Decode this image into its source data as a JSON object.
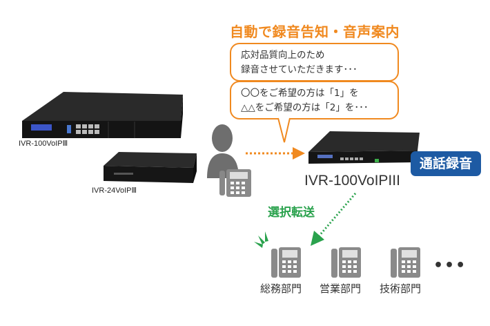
{
  "title": "自動で録音告知・音声案内",
  "bubble1": {
    "line1": "応対品質向上のため",
    "line2": "録音させていただきます･･･"
  },
  "bubble2": {
    "line1": "〇〇をご希望の方は「1」を",
    "line2": "△△をご希望の方は「2」を･･･"
  },
  "products": {
    "large_label": "IVR-100VoIPⅢ",
    "small_label": "IVR-24VoIPⅢ"
  },
  "system": {
    "label": "IVR-100VoIPIII",
    "badge": "通話録音"
  },
  "transfer_label": "選択転送",
  "departments": [
    "総務部門",
    "営業部門",
    "技術部門"
  ],
  "ellipsis": "•••",
  "colors": {
    "orange": "#f0891f",
    "green": "#2aa24d",
    "blue": "#1d5aa3",
    "device": "#1c1c1c",
    "phone": "#8a8a8a"
  }
}
